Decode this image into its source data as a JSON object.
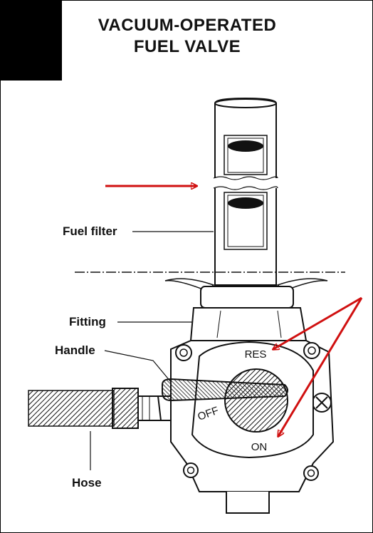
{
  "title": {
    "line1": "VACUUM-OPERATED",
    "line2": "FUEL VALVE"
  },
  "labels": {
    "fuel_filter": "Fuel filter",
    "fitting": "Fitting",
    "handle": "Handle",
    "hose": "Hose"
  },
  "valve_positions": {
    "res": "RES",
    "off": "OFF",
    "on": "ON"
  },
  "colors": {
    "annotation_arrows": "#d01010",
    "ink": "#111111",
    "corner_block": "#000000"
  }
}
